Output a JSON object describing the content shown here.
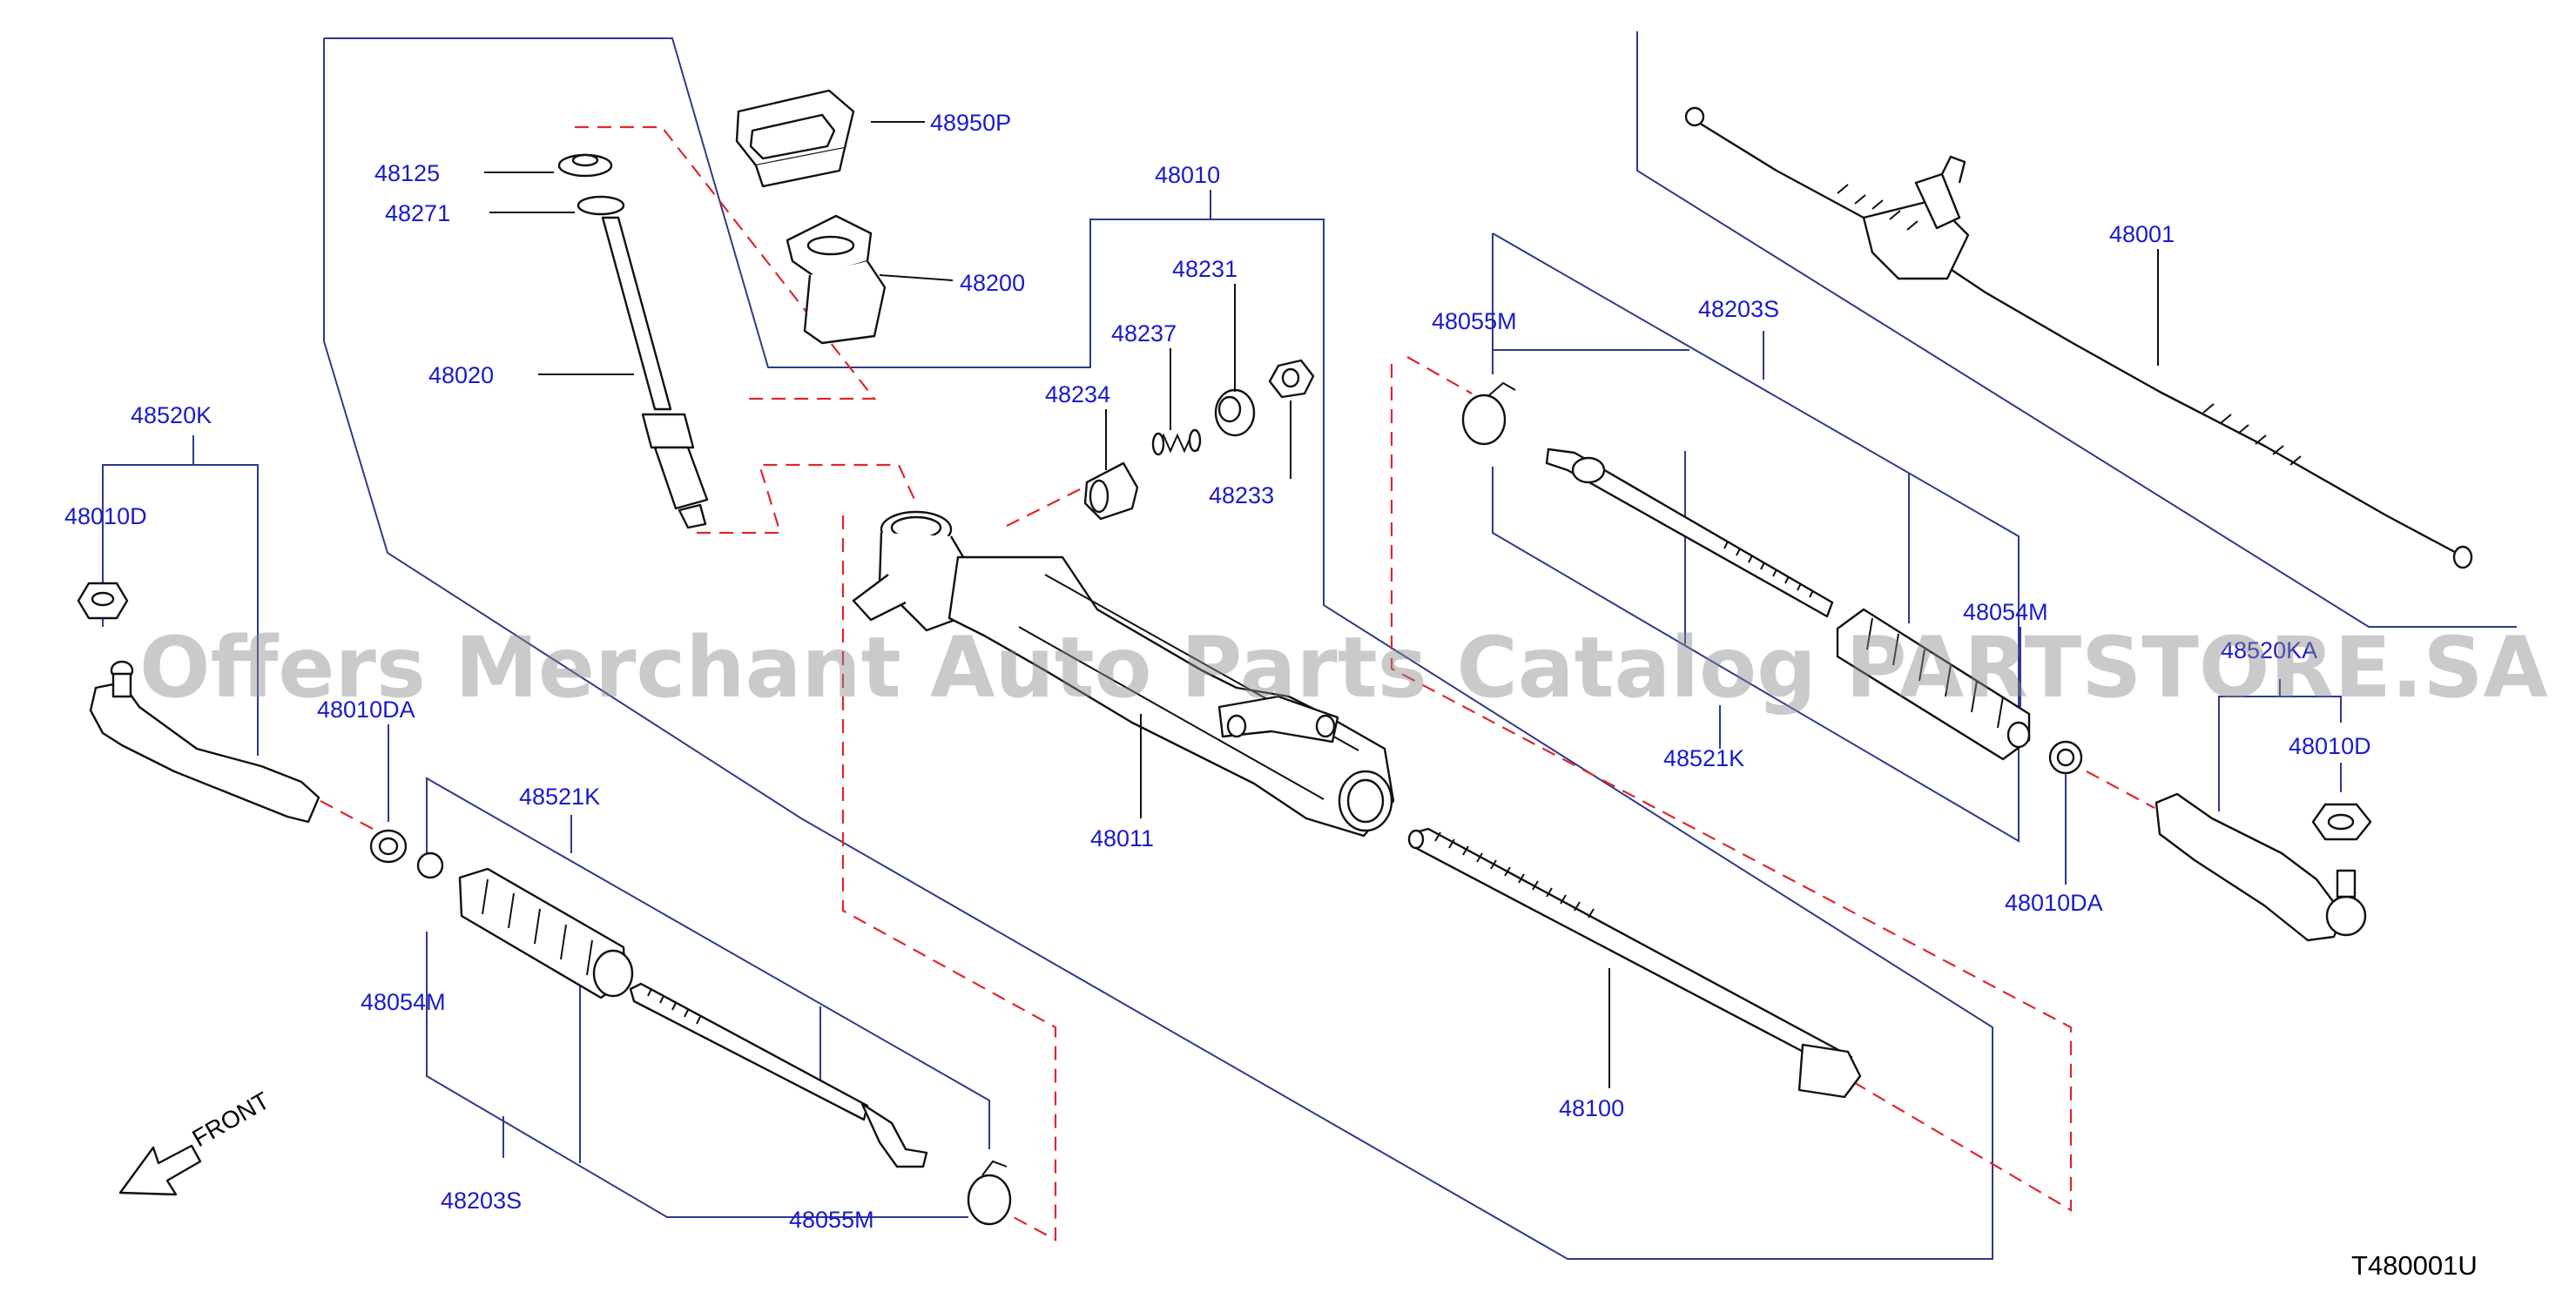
{
  "watermark": "Offers Merchant Auto Parts Catalog PARTSTORE.SA",
  "diagram_code": "T480001U",
  "front_label": "FRONT",
  "labels": {
    "p48950P": "48950P",
    "p48125": "48125",
    "p48271": "48271",
    "p48200": "48200",
    "p48020": "48020",
    "p48010": "48010",
    "p48231": "48231",
    "p48237": "48237",
    "p48234": "48234",
    "p48233": "48233",
    "p48011": "48011",
    "p48100": "48100",
    "p48001": "48001",
    "p48055M_top": "48055M",
    "p48203S_top": "48203S",
    "p48054M_right": "48054M",
    "p48521K_right": "48521K",
    "p48520KA": "48520KA",
    "p48010D_right": "48010D",
    "p48010DA_right": "48010DA",
    "p48520K": "48520K",
    "p48010D_left": "48010D",
    "p48010DA_left": "48010DA",
    "p48521K_left": "48521K",
    "p48054M_left": "48054M",
    "p48203S_left": "48203S",
    "p48055M_left": "48055M"
  }
}
